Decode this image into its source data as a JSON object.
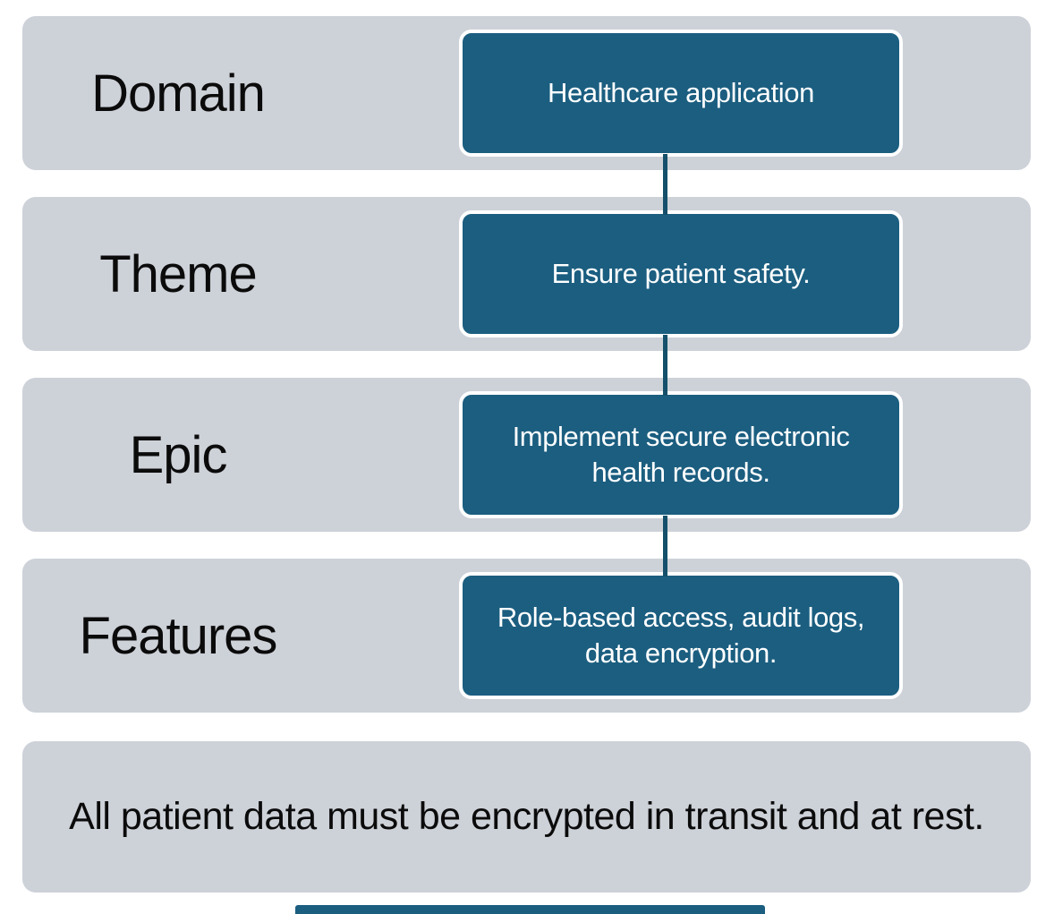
{
  "colors": {
    "page_bg": "#ffffff",
    "row_bg": "#cdd1d8",
    "box_fill": "#1b5e80",
    "box_border": "#ffffff",
    "connector": "#14506b",
    "label_text": "#0b0b0b",
    "box_text": "#ffffff"
  },
  "diagram": {
    "rows": [
      {
        "label": "Domain",
        "box_text": "Healthcare application"
      },
      {
        "label": "Theme",
        "box_text": "Ensure patient safety."
      },
      {
        "label": "Epic",
        "box_text": "Implement secure electronic health records."
      },
      {
        "label": "Features",
        "box_text": "Role-based access, audit logs, data encryption."
      }
    ],
    "note": "All patient data must be encrypted in transit and at rest."
  }
}
